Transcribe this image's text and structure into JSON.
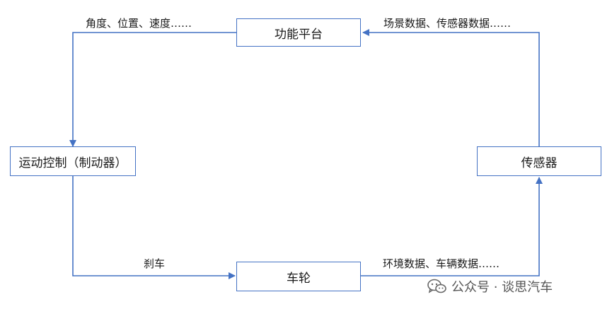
{
  "nodes": {
    "platform": "功能平台",
    "motion_control": "运动控制（制动器）",
    "sensor": "传感器",
    "wheel": "车轮"
  },
  "edges": {
    "platform_to_motion": "角度、位置、速度……",
    "sensor_to_platform": "场景数据、传感器数据……",
    "motion_to_wheel": "刹车",
    "wheel_to_sensor": "环境数据、车辆数据……"
  },
  "watermark": {
    "text": "公众号 · 谈思汽车",
    "icon": "wechat-icon"
  },
  "colors": {
    "line": "#4472c4",
    "text": "#1a1a1a"
  }
}
